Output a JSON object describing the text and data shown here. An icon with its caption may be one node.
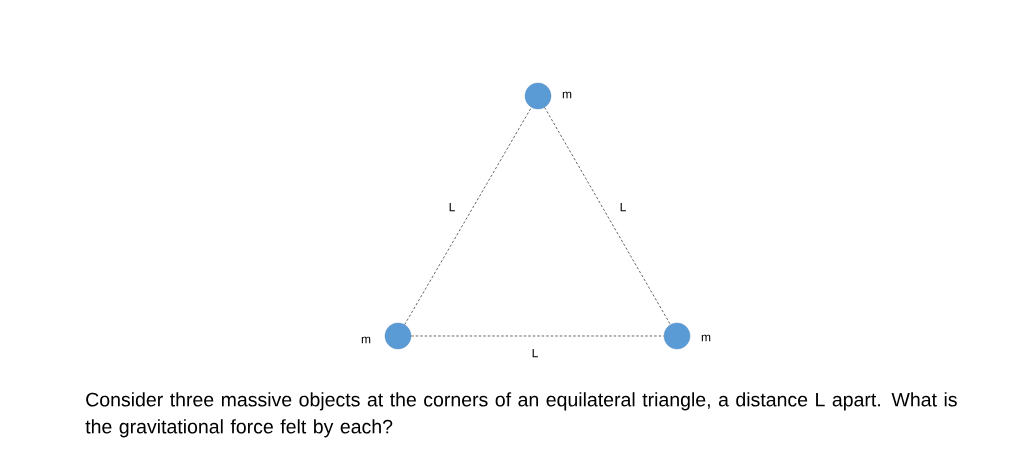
{
  "diagram": {
    "caption": "Consider three massive objects at the corners of an equilateral triangle, a distance L apart. What is the gravitational force felt by each?",
    "nodes": [
      {
        "text": [],
        "shape": "circle",
        "beside": [
          "m"
        ]
      },
      {
        "text": [],
        "shape": "circle",
        "beside": [
          "m"
        ]
      },
      {
        "text": [],
        "shape": "circle",
        "beside": [
          "m"
        ]
      }
    ],
    "edges": [
      {
        "from": 1,
        "to": 0,
        "arrow": "none",
        "style": "dashed",
        "label": "L"
      },
      {
        "from": 0,
        "to": 2,
        "arrow": "none",
        "style": "dashed",
        "label": "L"
      },
      {
        "from": 1,
        "to": 2,
        "arrow": "none",
        "style": "dashed",
        "label": "L"
      }
    ]
  }
}
